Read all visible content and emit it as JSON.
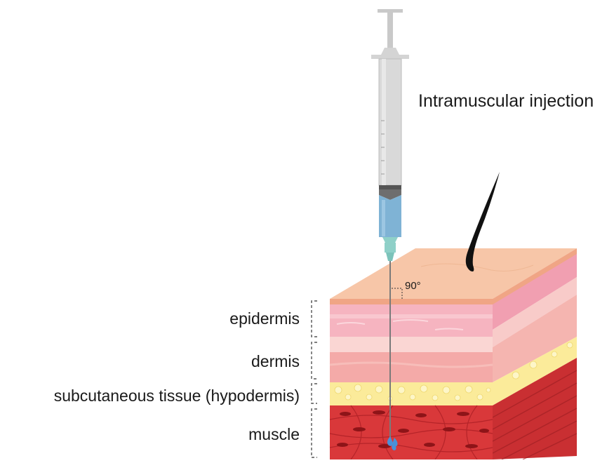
{
  "title": "Intramuscular injection",
  "angle_label": "90°",
  "layers": [
    {
      "name": "epidermis"
    },
    {
      "name": "dermis"
    },
    {
      "name": "subcutaneous tissue (hypodermis)"
    },
    {
      "name": "muscle"
    }
  ],
  "colors": {
    "skin_top": "#f7c6a8",
    "epidermis": "#f6b4c0",
    "dermis": "#f8cbc9",
    "fat": "#fbeb9a",
    "muscle": "#d9383a",
    "barrel": "#d9d9d9",
    "liquid": "#7fb3d5",
    "needle_hub": "#8fd0c8",
    "hair": "#111111"
  }
}
